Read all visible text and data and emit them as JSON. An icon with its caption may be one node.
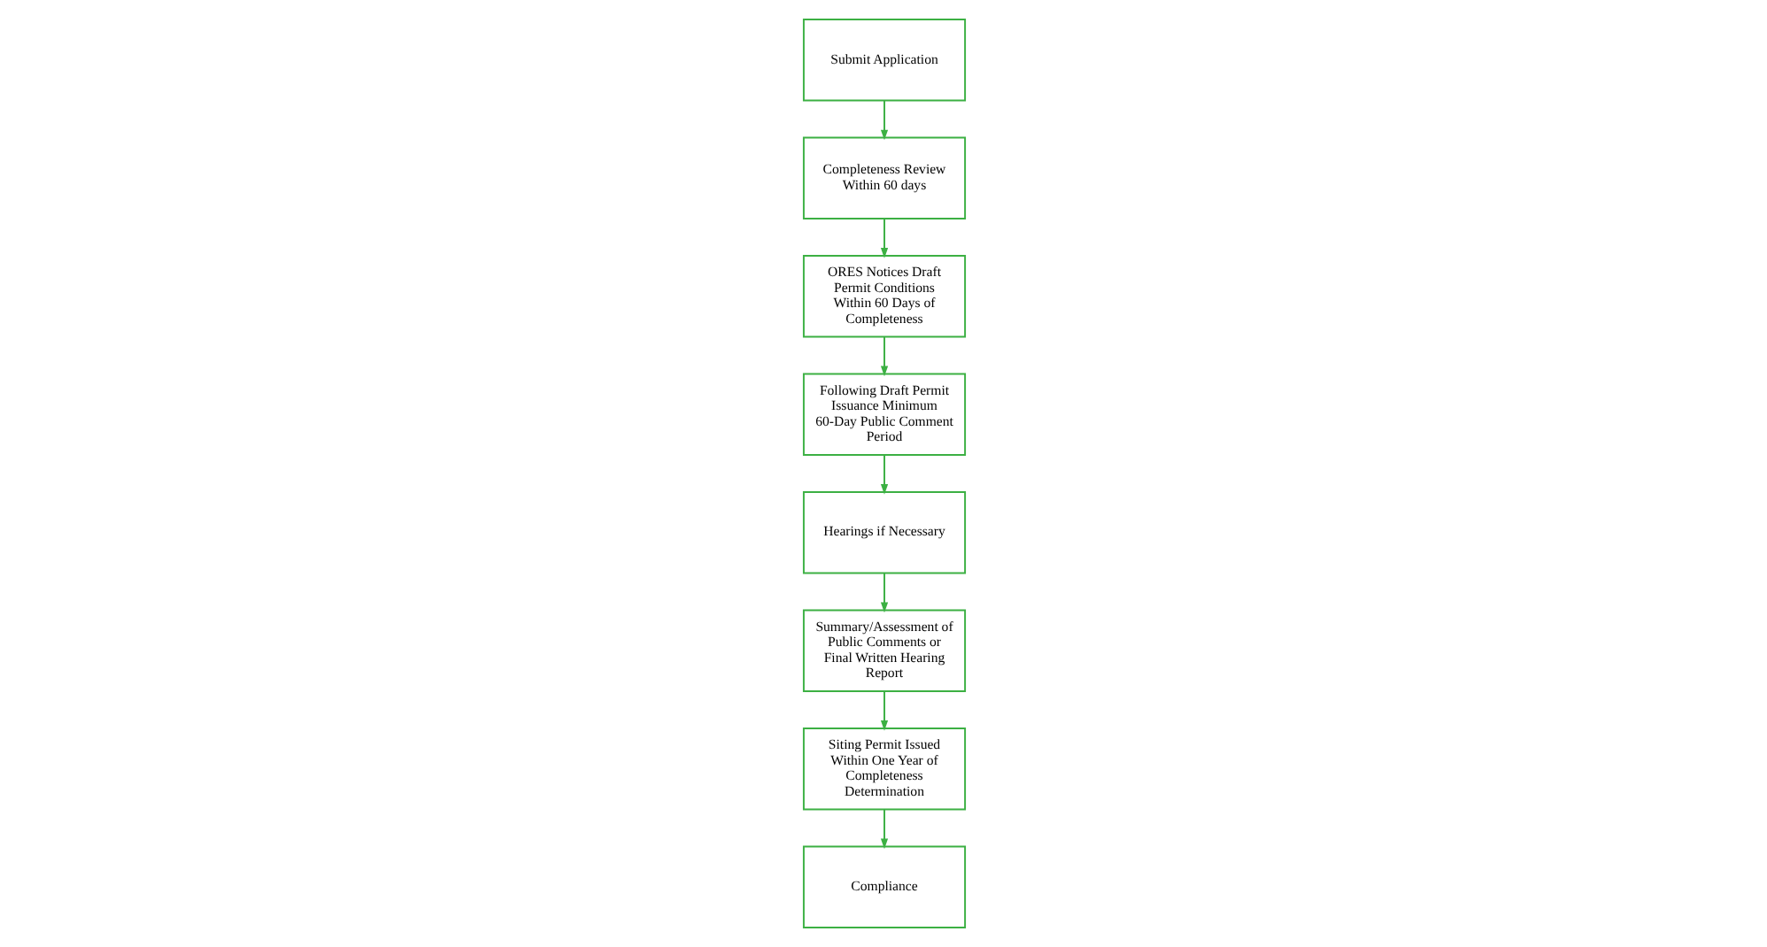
{
  "diagram": {
    "nodes": [
      {
        "text": [
          "Submit Application"
        ]
      },
      {
        "text": [
          "Completeness Review Within 60 days"
        ]
      },
      {
        "text": [
          "ORES Notices Draft Permit Conditions Within 60 Days of Completeness"
        ]
      },
      {
        "text": [
          "Following Draft Permit Issuance Minimum 60-Day Public Comment Period"
        ]
      },
      {
        "text": [
          "Hearings if Necessary"
        ]
      },
      {
        "text": [
          "Summary/Assessment of Public Comments or Final Written Hearing Report"
        ]
      },
      {
        "text": [
          "Siting Permit Issued Within One Year of Completeness Determination"
        ]
      },
      {
        "text": [
          "Compliance"
        ]
      }
    ],
    "edges": [
      {
        "from": 0,
        "to": 1,
        "arrow": "to"
      },
      {
        "from": 1,
        "to": 2,
        "arrow": "to"
      },
      {
        "from": 2,
        "to": 3,
        "arrow": "to"
      },
      {
        "from": 3,
        "to": 4,
        "arrow": "to"
      },
      {
        "from": 4,
        "to": 5,
        "arrow": "to"
      },
      {
        "from": 5,
        "to": 6,
        "arrow": "to"
      },
      {
        "from": 6,
        "to": 7,
        "arrow": "to"
      }
    ]
  }
}
